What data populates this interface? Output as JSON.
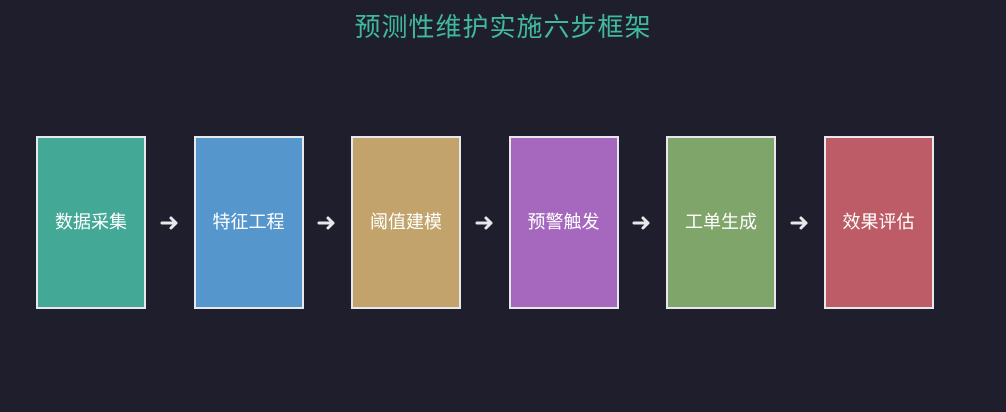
{
  "title": "预测性维护实施六步框架",
  "steps": [
    {
      "label": "数据采集",
      "color": "#43a996"
    },
    {
      "label": "特征工程",
      "color": "#5597cd"
    },
    {
      "label": "阈值建模",
      "color": "#c2a36c"
    },
    {
      "label": "预警触发",
      "color": "#a668bf"
    },
    {
      "label": "工单生成",
      "color": "#80a56b"
    },
    {
      "label": "效果评估",
      "color": "#bd5c66"
    }
  ],
  "colors": {
    "background": "#1f1e2c",
    "title": "#3fb9a0",
    "border": "#e8e8ec",
    "arrow": "#e8e8ec"
  },
  "icons": {
    "connector": "arrow-right-icon"
  }
}
